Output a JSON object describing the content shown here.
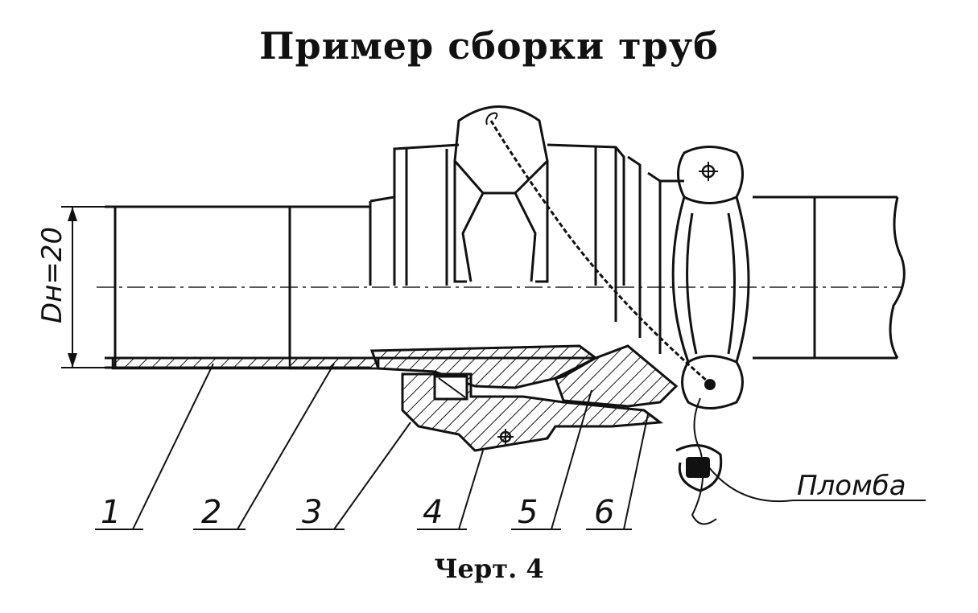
{
  "title": "Пример сборки труб",
  "caption": "Черт. 4",
  "dimension_label": "Dн=20",
  "seal_label": "Пломба",
  "parts": [
    {
      "number": "1"
    },
    {
      "number": "2"
    },
    {
      "number": "3"
    },
    {
      "number": "4"
    },
    {
      "number": "5"
    },
    {
      "number": "6"
    }
  ]
}
